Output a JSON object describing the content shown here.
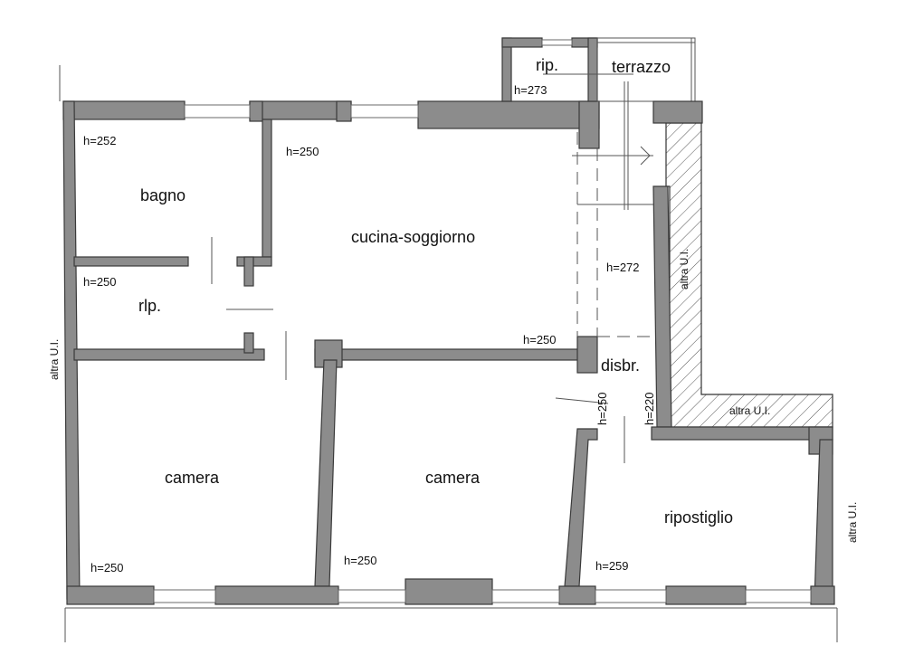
{
  "rooms": {
    "bagno": "bagno",
    "cucina": "cucina-soggiorno",
    "rip_small": "rlp.",
    "rip_top": "rip.",
    "terrazzo": "terrazzo",
    "camera_left": "camera",
    "camera_center": "camera",
    "disbr": "disbr.",
    "ripostiglio": "ripostiglio"
  },
  "heights": {
    "bagno": "h=252",
    "cucina_top": "h=250",
    "rip_small": "h=250",
    "rip_top": "h=273",
    "corridor": "h=272",
    "cucina_bottom": "h=250",
    "disbr_left": "h=250",
    "disbr_right": "h=220",
    "camera_left": "h=250",
    "camera_center": "h=250",
    "ripostiglio": "h=259"
  },
  "neighbors": {
    "left": "altra U.I.",
    "right_upper": "altra U.I.",
    "bottom_hatch": "altra U.I.",
    "right_lower": "altra U.I."
  },
  "colors": {
    "wall_fill": "#8c8c8c",
    "wall_stroke": "#3a3a3a",
    "background": "#ffffff"
  }
}
